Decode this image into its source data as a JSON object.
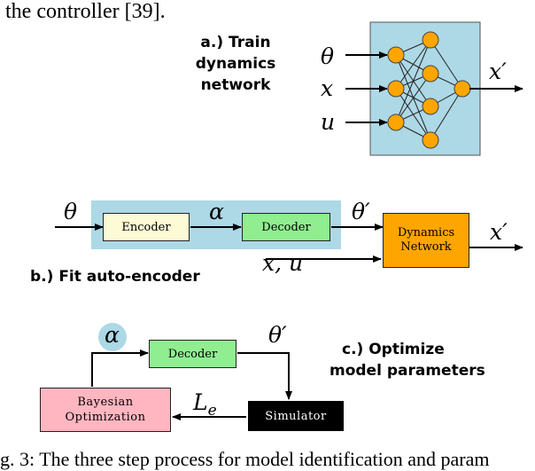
{
  "top_text": "the controller  [39].",
  "bottom_text": "g. 3: The three step process for model identification and param",
  "panel_a": {
    "label_line1": "a.) Train",
    "label_line2": "dynamics",
    "label_line3": "network",
    "input_theta": "θ",
    "input_x": "x",
    "input_u": "u",
    "output": "x′",
    "colors": {
      "background": "#add8e6",
      "node": "#ffa500"
    }
  },
  "panel_b": {
    "label": "b.) Fit auto-encoder",
    "input": "θ",
    "latent": "α",
    "decoded": "θ′",
    "side_inputs": "x, u",
    "output": "x′",
    "encoder": "Encoder",
    "decoder": "Decoder",
    "dynamics_line1": "Dynamics",
    "dynamics_line2": "Network",
    "colors": {
      "highlight": "#add8e6",
      "encoder": "#fdfbd5",
      "decoder": "#90ee90",
      "dynamics": "#ffa500"
    }
  },
  "panel_c": {
    "label_line1": "c.) Optimize",
    "label_line2": "model parameters",
    "latent": "α",
    "decoded": "θ′",
    "loss": "L",
    "loss_sub": "e",
    "decoder": "Decoder",
    "simulator": "Simulator",
    "bayes_line1": "Bayesian",
    "bayes_line2": "Optimization",
    "colors": {
      "alpha_circle": "#add8e6",
      "decoder": "#90ee90",
      "simulator": "#000000",
      "bayes": "#ffb6c1"
    }
  }
}
